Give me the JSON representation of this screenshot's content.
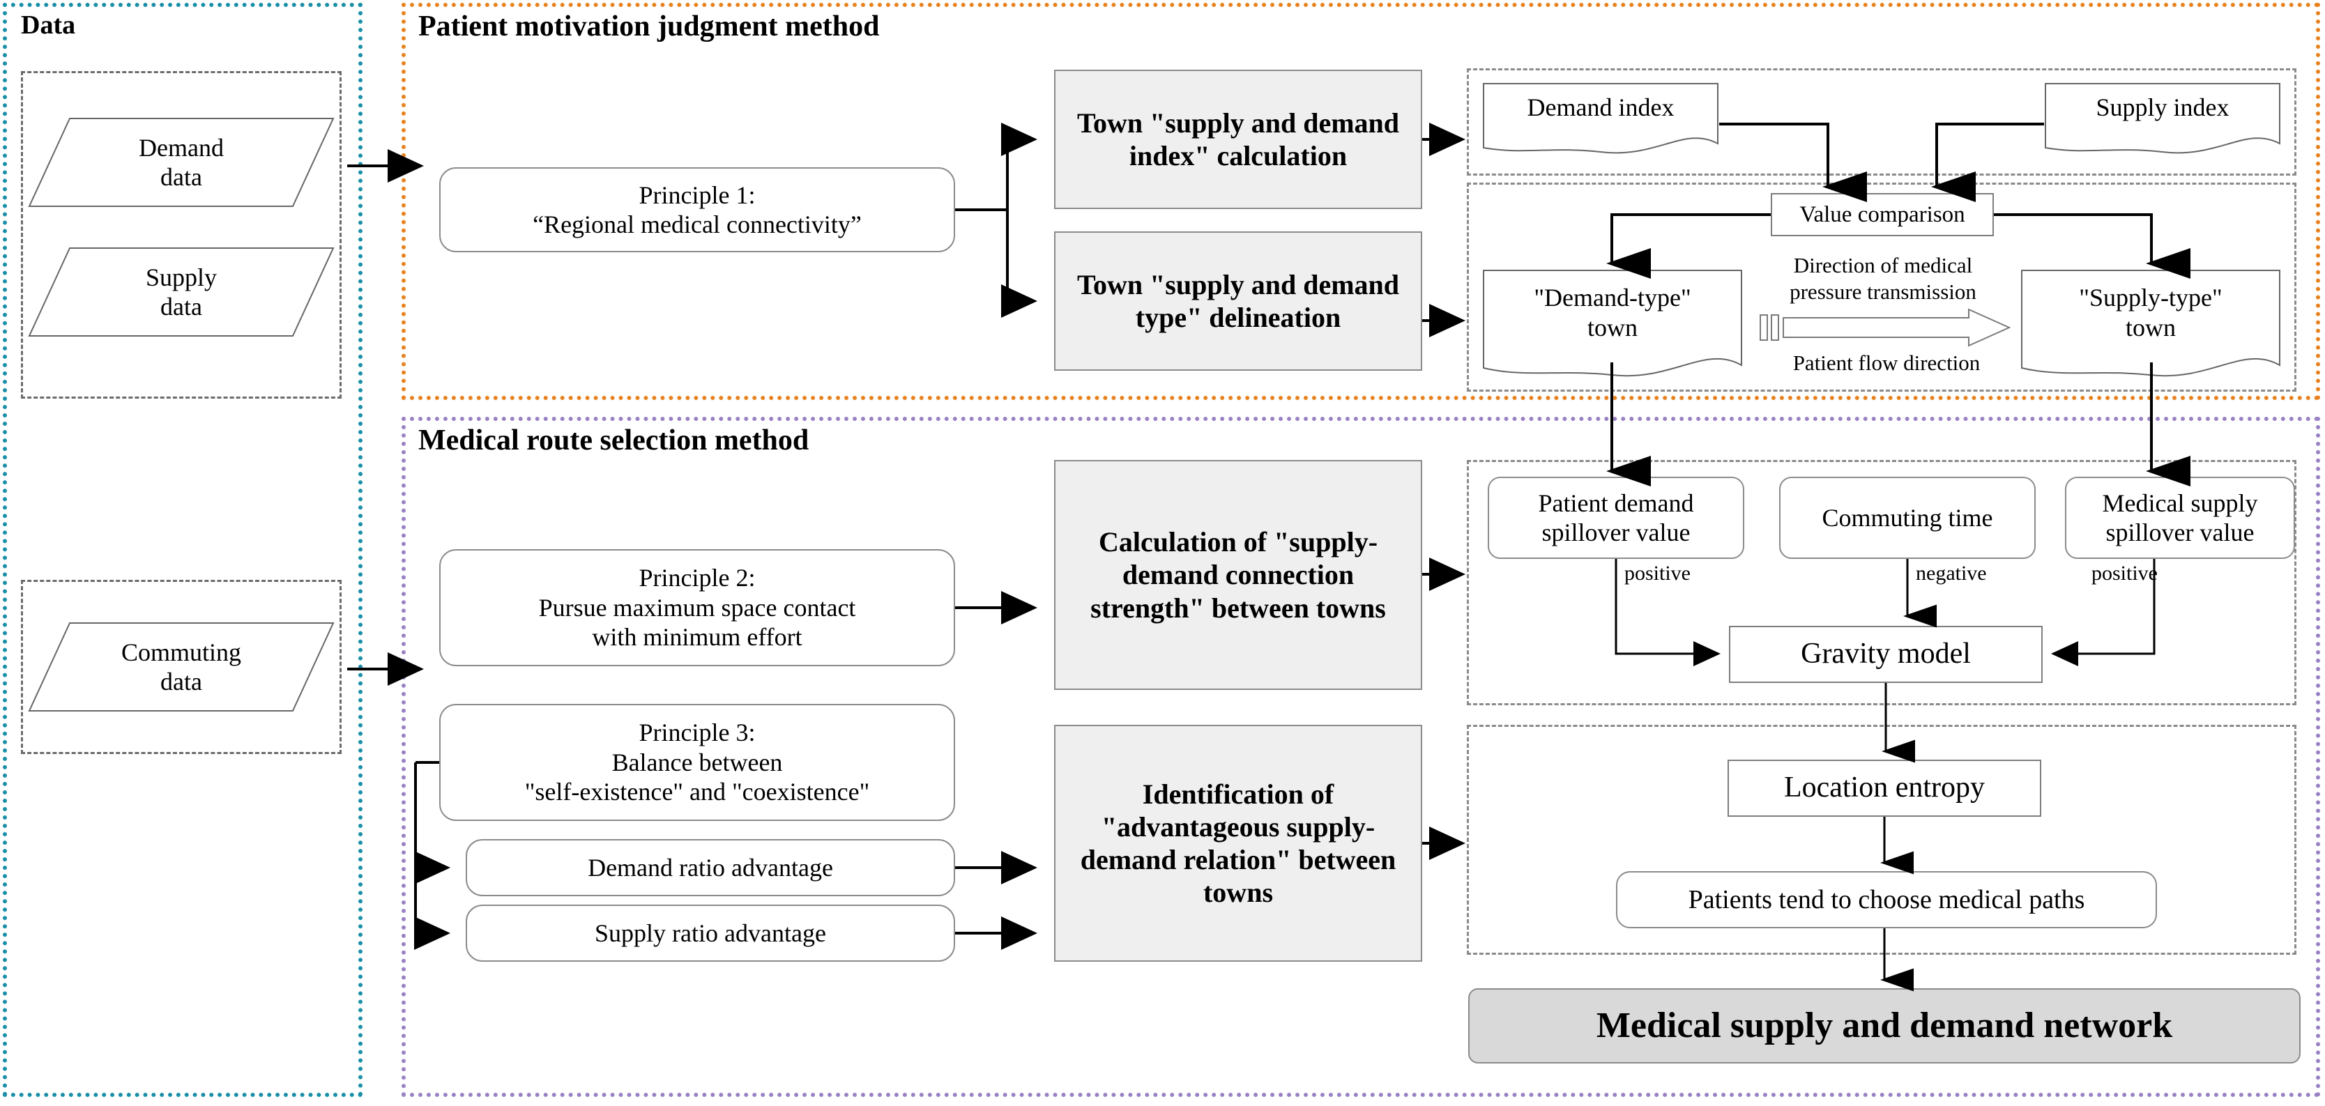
{
  "panels": {
    "data": {
      "title": "Data",
      "accent": "#1a8fa8"
    },
    "motivation": {
      "title": "Patient motivation judgment method",
      "accent": "#e8821e"
    },
    "route": {
      "title": "Medical route selection method",
      "accent": "#9a81c4"
    }
  },
  "data_inputs": {
    "demand_data": "Demand\ndata",
    "supply_data": "Supply\ndata",
    "commuting_data": "Commuting\ndata"
  },
  "principles": {
    "p1_line1": "Principle 1:",
    "p1_line2": "“Regional medical connectivity”",
    "p2_line1": "Principle 2:",
    "p2_line2": "Pursue maximum space contact",
    "p2_line3": "with minimum effort",
    "p3_line1": "Principle 3:",
    "p3_line2": "Balance between",
    "p3_line3": "\"self-existence\" and \"coexistence\"",
    "demand_ratio": "Demand ratio advantage",
    "supply_ratio": "Supply ratio advantage"
  },
  "methods": {
    "index_calc": "Town \"supply and demand index\" calculation",
    "type_delineation": "Town \"supply and demand type\" delineation",
    "connection_strength": "Calculation of \"supply-demand connection strength\" between towns",
    "advantageous_relation": "Identification of \"advantageous supply-demand relation\" between towns"
  },
  "indices": {
    "demand_index": "Demand index",
    "supply_index": "Supply index",
    "value_comparison": "Value comparison",
    "demand_town_l1": "\"Demand-type\"",
    "demand_town_l2": "town",
    "supply_town_l1": "\"Supply-type\"",
    "supply_town_l2": "town",
    "pressure_label_l1": "Direction of medical",
    "pressure_label_l2": "pressure transmission",
    "flow_label": "Patient flow direction"
  },
  "gravity": {
    "patient_demand_spillover_l1": "Patient demand",
    "patient_demand_spillover_l2": "spillover value",
    "commuting_time": "Commuting time",
    "medical_supply_spillover_l1": "Medical supply",
    "medical_supply_spillover_l2": "spillover value",
    "sign_positive_left": "positive",
    "sign_negative": "negative",
    "sign_positive_right": "positive",
    "gravity_model": "Gravity model"
  },
  "outcome": {
    "location_entropy": "Location entropy",
    "patients_choose": "Patients tend to choose medical paths",
    "final_network": "Medical supply and demand network"
  }
}
